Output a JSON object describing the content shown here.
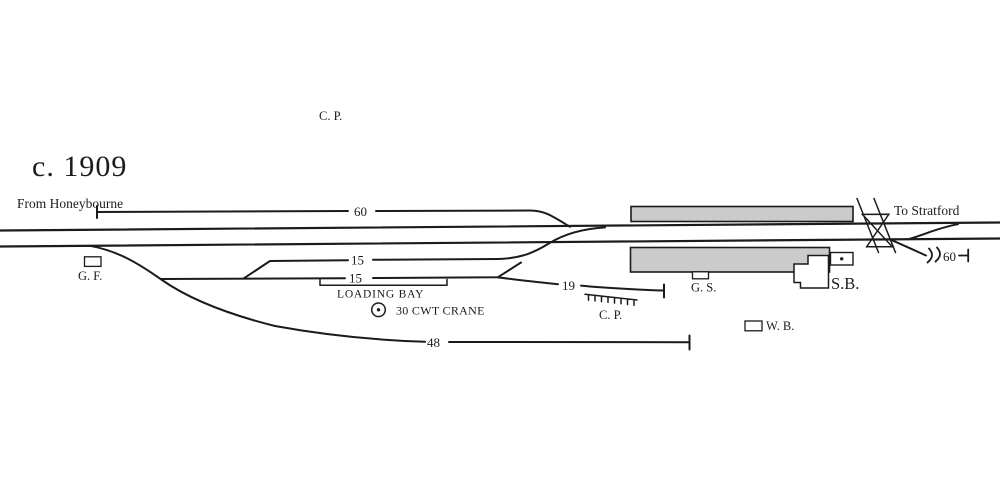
{
  "diagram": {
    "era_caption": "c. 1909",
    "route": {
      "from_label": "From Honeybourne",
      "to_label": "To Stratford"
    },
    "labels": {
      "cp_yard": "C. P.",
      "cp_dock": "C. P.",
      "ground_frame": "G. F.",
      "goods_shed": "G. S.",
      "signal_box": "S.B.",
      "weighbridge": "W. B.",
      "loading_bay": "LOADING BAY",
      "crane": "30 CWT CRANE"
    },
    "siding_capacities": {
      "honeybourne_loop": "60",
      "middle_siding_upper": "15",
      "middle_siding_lower": "15",
      "dock_siding": "19",
      "long_siding": "48",
      "stratford_siding": "60"
    },
    "colors": {
      "track": "#1b1b1b",
      "platform_fill": "#cbcbcb",
      "text": "#1b1b1b",
      "background": "#ffffff"
    }
  }
}
